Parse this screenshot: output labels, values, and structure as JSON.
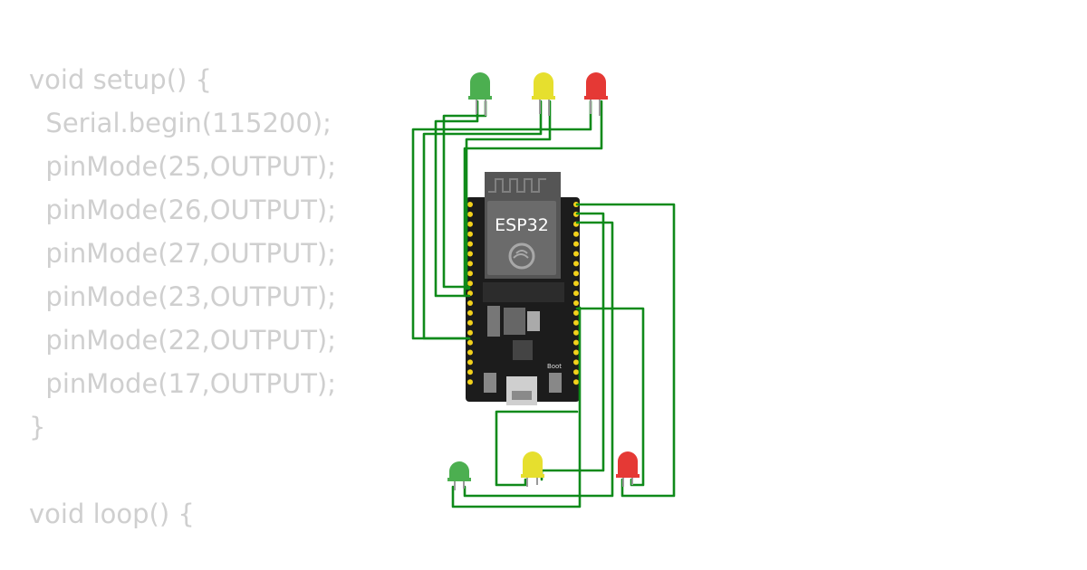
{
  "code": {
    "lines": [
      "void setup() {",
      "  Serial.begin(115200);",
      "  pinMode(25,OUTPUT);",
      "  pinMode(26,OUTPUT);",
      "  pinMode(27,OUTPUT);",
      "  pinMode(23,OUTPUT);",
      "  pinMode(22,OUTPUT);",
      "  pinMode(17,OUTPUT);",
      "}",
      "",
      "void loop() {"
    ]
  },
  "board": {
    "label": "ESP32",
    "boot_label": "Boot",
    "body_color": "#1c1c1c",
    "module_color": "#555555",
    "pin_color": "#f2d11b"
  },
  "wire_color": "#0f8a1a",
  "leds": {
    "top": [
      {
        "color": "green",
        "fill": "#4caf50"
      },
      {
        "color": "yellow",
        "fill": "#e6df2e"
      },
      {
        "color": "red",
        "fill": "#e53935"
      }
    ],
    "bottom": [
      {
        "color": "green",
        "fill": "#4caf50"
      },
      {
        "color": "yellow",
        "fill": "#e6df2e"
      },
      {
        "color": "red",
        "fill": "#e53935"
      }
    ]
  }
}
